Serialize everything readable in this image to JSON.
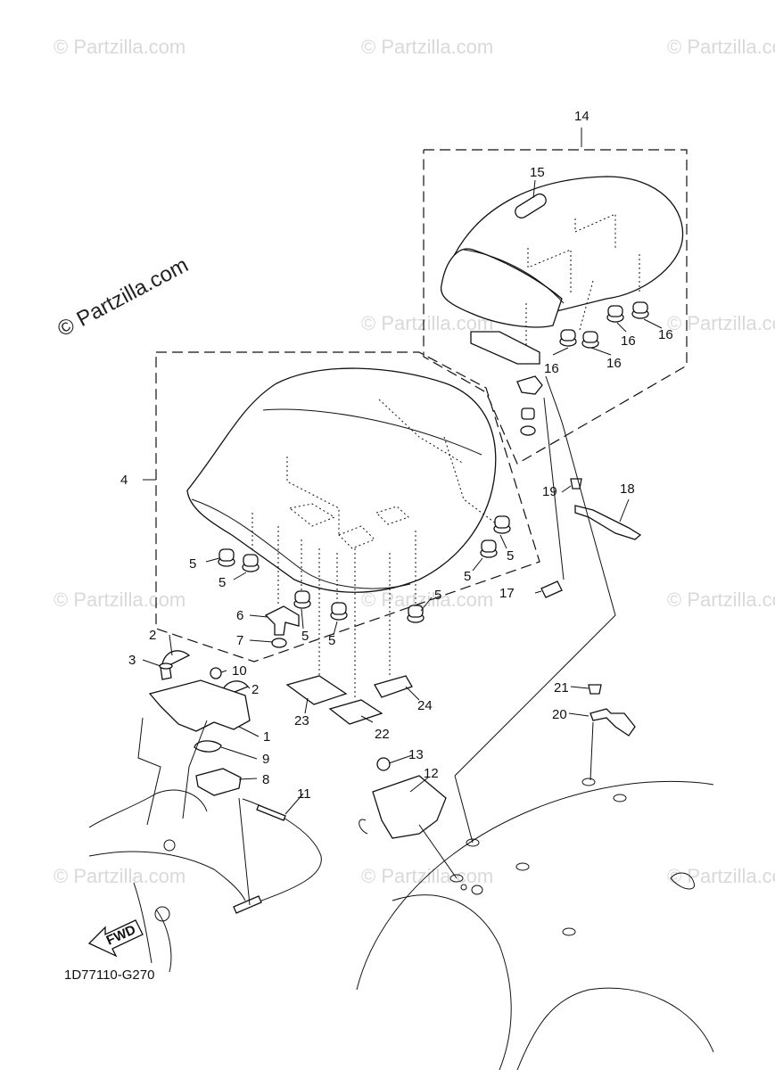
{
  "watermark": {
    "text": "© Partzilla.com"
  },
  "diagram_code": "1D77110-G270",
  "fwd_label": "FWD",
  "callouts": [
    {
      "id": "c1",
      "text": "1"
    },
    {
      "id": "c2a",
      "text": "2"
    },
    {
      "id": "c2b",
      "text": "2"
    },
    {
      "id": "c3",
      "text": "3"
    },
    {
      "id": "c4",
      "text": "4"
    },
    {
      "id": "c5a",
      "text": "5"
    },
    {
      "id": "c5b",
      "text": "5"
    },
    {
      "id": "c5c",
      "text": "5"
    },
    {
      "id": "c5d",
      "text": "5"
    },
    {
      "id": "c5e",
      "text": "5"
    },
    {
      "id": "c5f",
      "text": "5"
    },
    {
      "id": "c5g",
      "text": "5"
    },
    {
      "id": "c6",
      "text": "6"
    },
    {
      "id": "c7",
      "text": "7"
    },
    {
      "id": "c8",
      "text": "8"
    },
    {
      "id": "c9",
      "text": "9"
    },
    {
      "id": "c10",
      "text": "10"
    },
    {
      "id": "c11",
      "text": "11"
    },
    {
      "id": "c12",
      "text": "12"
    },
    {
      "id": "c13",
      "text": "13"
    },
    {
      "id": "c14",
      "text": "14"
    },
    {
      "id": "c15",
      "text": "15"
    },
    {
      "id": "c16a",
      "text": "16"
    },
    {
      "id": "c16b",
      "text": "16"
    },
    {
      "id": "c16c",
      "text": "16"
    },
    {
      "id": "c16d",
      "text": "16"
    },
    {
      "id": "c17",
      "text": "17"
    },
    {
      "id": "c18",
      "text": "18"
    },
    {
      "id": "c19",
      "text": "19"
    },
    {
      "id": "c20",
      "text": "20"
    },
    {
      "id": "c21",
      "text": "21"
    },
    {
      "id": "c22",
      "text": "22"
    },
    {
      "id": "c23",
      "text": "23"
    },
    {
      "id": "c24",
      "text": "24"
    }
  ]
}
